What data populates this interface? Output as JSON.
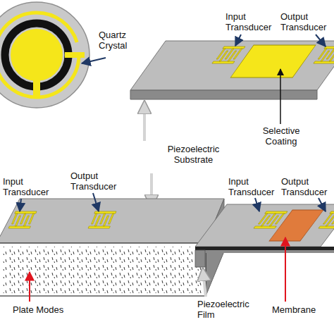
{
  "diagram": {
    "labels": [
      "Quartz Crystal",
      "Input Transducer",
      "Output Transducer",
      "Selective Coating",
      "Piezoelectric Substrate",
      "Input Transducer",
      "Output Transducer",
      "Plate Modes",
      "Input Transducer",
      "Output Transducer",
      "Piezoelectric Film",
      "Membrane"
    ]
  }
}
